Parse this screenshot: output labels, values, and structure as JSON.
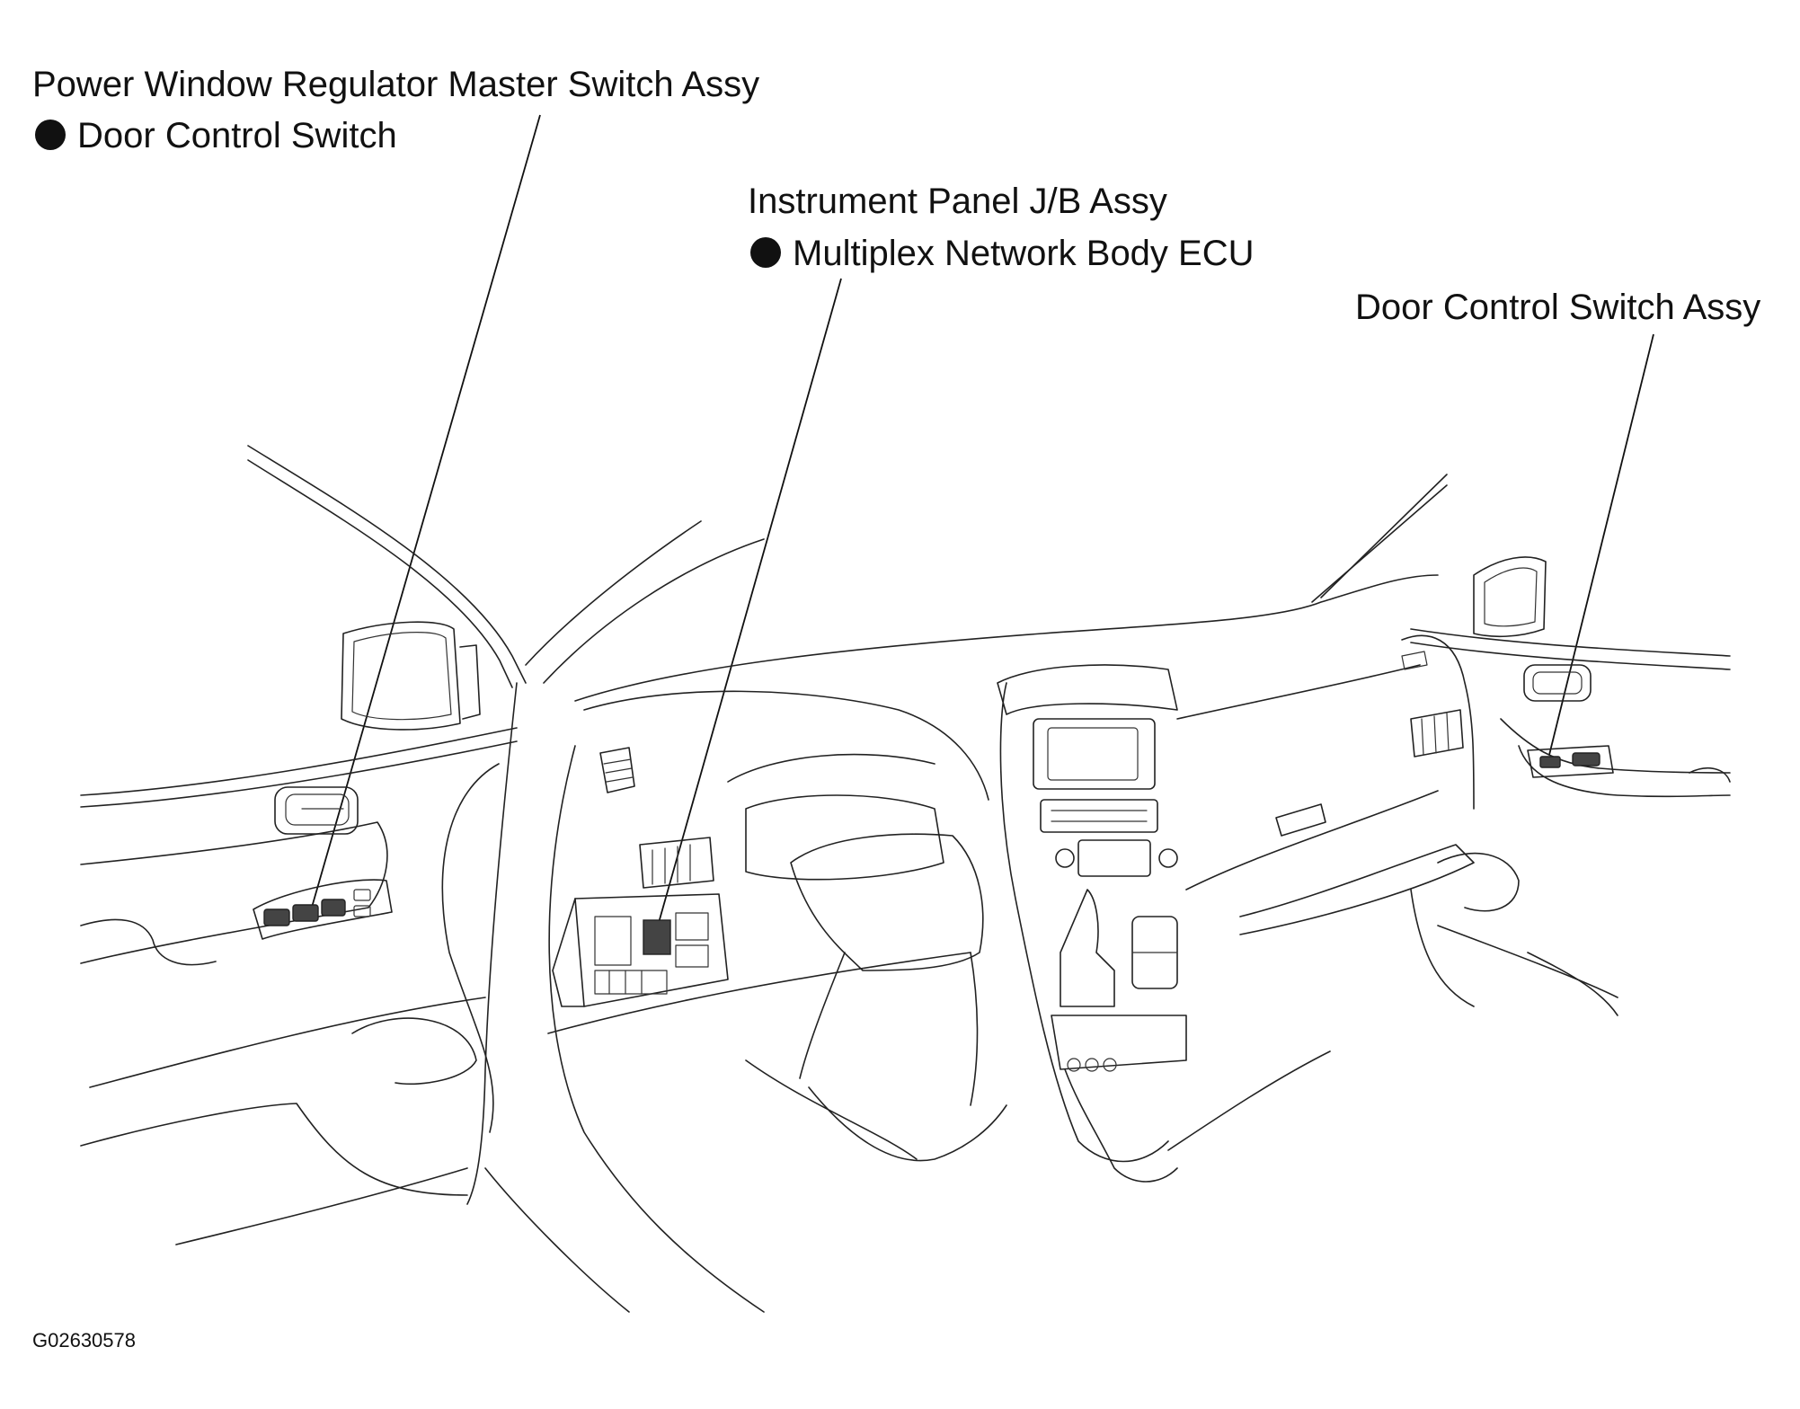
{
  "callouts": {
    "master_switch": {
      "name": "Power Window Regulator Master Switch Assy",
      "sub": "Door Control Switch"
    },
    "instrument_panel": {
      "name": "Instrument Panel J/B Assy",
      "sub": "Multiplex Network Body ECU"
    },
    "passenger_switch": {
      "name": "Door Control Switch Assy"
    }
  },
  "figure_code": "G02630578",
  "marker_icon": "filled-circle-bullet",
  "colors": {
    "ink": "#111111",
    "background": "#ffffff"
  }
}
